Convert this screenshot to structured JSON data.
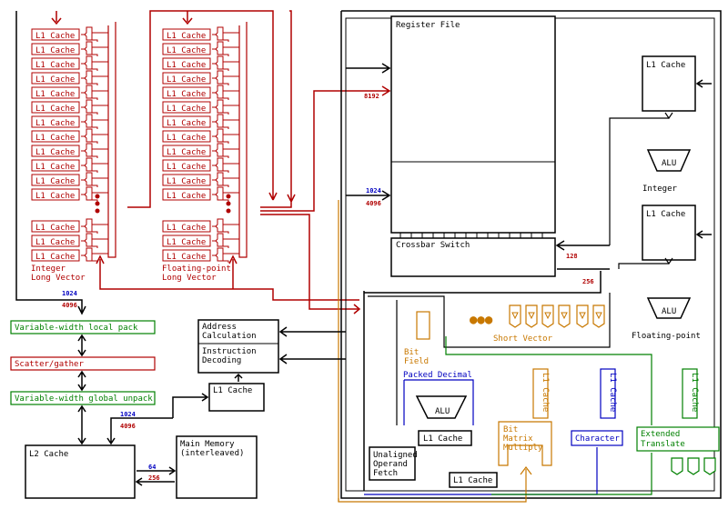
{
  "colors": {
    "black": "#000000",
    "integer": "#b00000",
    "shortvec": "#c87800",
    "packed": "#0000c0",
    "extended": "#008000",
    "bus_small": "#0000c0",
    "bus_large": "#b00000"
  },
  "l1_cache": "L1 Cache",
  "integer_long_vector": {
    "line1": "Integer",
    "line2": "Long Vector"
  },
  "fp_long_vector": {
    "line1": "Floating-point",
    "line2": "Long Vector"
  },
  "register_file": "Register File",
  "crossbar_switch": "Crossbar Switch",
  "integer": "Integer",
  "floating_point": "Floating-point",
  "alu": "ALU",
  "short_vector": "Short Vector",
  "bit_field": {
    "line1": "Bit",
    "line2": "Field"
  },
  "packed_decimal": "Packed Decimal",
  "bit_matrix_multiply": {
    "line1": "Bit",
    "line2": "Matrix",
    "line3": "Multiply"
  },
  "character": "Character",
  "extended_translate": {
    "line1": "Extended",
    "line2": "Translate"
  },
  "unaligned_fetch": {
    "line1": "Unaligned",
    "line2": "Operand",
    "line3": "Fetch"
  },
  "address_calc": {
    "line1": "Address",
    "line2": "Calculation"
  },
  "instr_decoding": {
    "line1": "Instruction",
    "line2": "Decoding"
  },
  "local_pack": "Variable-width local pack",
  "scatter_gather": "Scatter/gather",
  "global_unpack": "Variable-width global unpack",
  "l2_cache": "L2 Cache",
  "main_memory": {
    "line1": "Main Memory",
    "line2": "(interleaved)"
  },
  "bus": {
    "b8192": "8192",
    "b1024": "1024",
    "b4096": "4096",
    "b128": "128",
    "b256": "256",
    "b64": "64"
  }
}
